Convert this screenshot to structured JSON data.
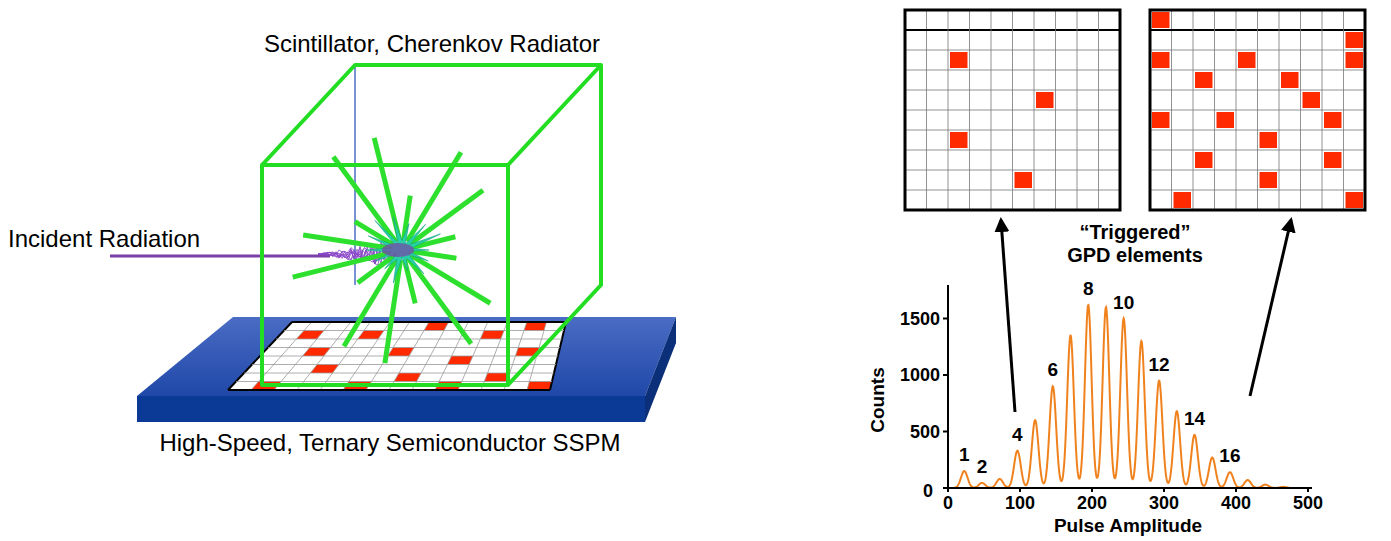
{
  "diagram": {
    "labels": [
      "Scintillator, Cherenkov Radiator",
      "Incident Radiation",
      "High-Speed, Ternary Semiconductor SSPM",
      "“Triggered” GPD elements",
      "1",
      "2",
      "4",
      "6",
      "8",
      "10",
      "12",
      "14",
      "16",
      "1500",
      "1000",
      "500",
      "0",
      "0",
      "100",
      "200",
      "300",
      "400",
      "500",
      "Counts",
      "Pulse Amplitude"
    ]
  }
}
